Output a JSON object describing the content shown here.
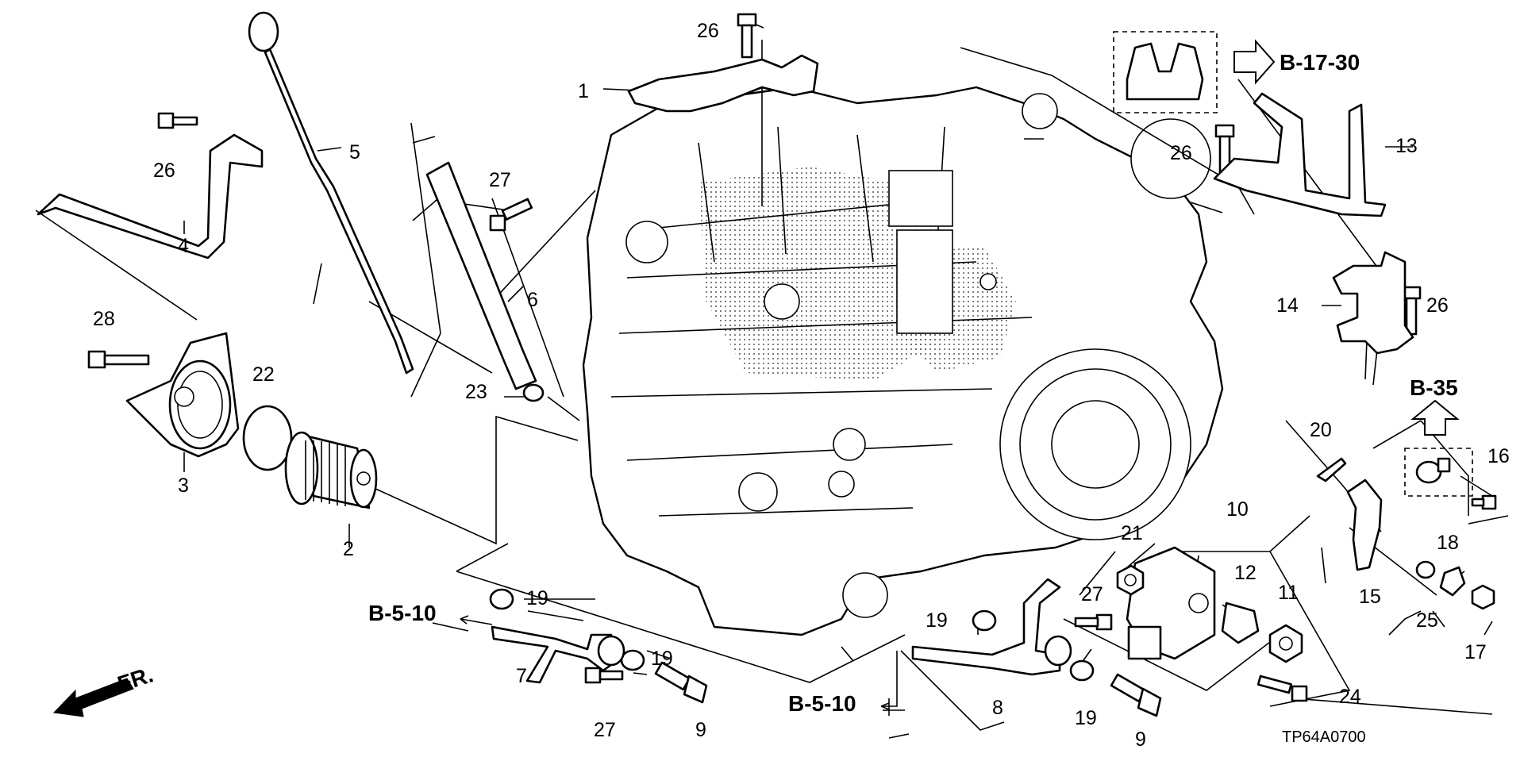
{
  "diagram_code": "TP64A0700",
  "front_indicator": "FR.",
  "references": {
    "b17_30": "B-17-30",
    "b35": "B-35",
    "b5_10_left": "B-5-10",
    "b5_10_bottom": "B-5-10"
  },
  "callouts": {
    "c1": "1",
    "c2": "2",
    "c3": "3",
    "c4": "4",
    "c5": "5",
    "c6": "6",
    "c7": "7",
    "c8": "8",
    "c9a": "9",
    "c9b": "9",
    "c10": "10",
    "c11": "11",
    "c12": "12",
    "c13": "13",
    "c14": "14",
    "c15": "15",
    "c16": "16",
    "c17": "17",
    "c18": "18",
    "c19a": "19",
    "c19b": "19",
    "c19c": "19",
    "c19d": "19",
    "c20": "20",
    "c21": "21",
    "c22": "22",
    "c23": "23",
    "c24": "24",
    "c25": "25",
    "c26a": "26",
    "c26b": "26",
    "c26c": "26",
    "c26d": "26",
    "c27a": "27",
    "c27b": "27",
    "c27c": "27",
    "c28": "28"
  }
}
